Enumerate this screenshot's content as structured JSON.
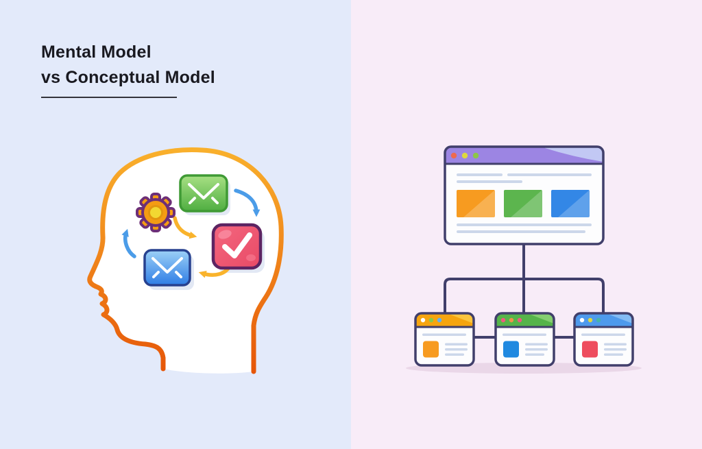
{
  "title": {
    "line1": "Mental Model",
    "line2": "vs Conceptual Model"
  },
  "left_panel": {
    "illustration": "human-head-profile-side-view-with-thought-cycle",
    "cycle_icons": [
      "gear-icon",
      "envelope-icon-green",
      "checkmark-icon",
      "envelope-icon-blue"
    ],
    "cycle_arrows": [
      "arrow-blue-top-right",
      "arrow-yellow-middle",
      "arrow-yellow-bottom",
      "arrow-blue-left"
    ]
  },
  "right_panel": {
    "illustration": "website-sitemap-browser-hierarchy",
    "parent_window": {
      "header": "purple",
      "content_cards": [
        "orange",
        "green",
        "blue"
      ]
    },
    "child_windows": [
      {
        "header": "orange",
        "thumbnail": "orange"
      },
      {
        "header": "green",
        "thumbnail": "blue"
      },
      {
        "header": "blue",
        "thumbnail": "red"
      }
    ]
  },
  "colors": {
    "bg_left": "#e3eafa",
    "bg_right": "#f8ecf8",
    "title_text": "#191920",
    "outline": "#413f6b",
    "window_body": "#fdfdfe",
    "line_gray": "#ccd7ea",
    "card_orange": "#f79b20",
    "card_green": "#5cb54e",
    "card_blue": "#3387e6",
    "square_orange": "#f79b20",
    "square_blue": "#2089e0",
    "square_red": "#ee4d5e",
    "header_purple": "#9c85e3",
    "header_orange": "#f6a50f",
    "header_green": "#56b44a",
    "header_blue": "#4e9aec",
    "dot_red": "#ed6a4e",
    "dot_yellow": "#ddd83f",
    "dot_green": "#8cc649",
    "dot_white": "#ffffff",
    "dot_pink": "#ee5b7e",
    "dot_orange": "#f0924b",
    "dot_lightgreen": "#8bc949",
    "dot_lightblue": "#64b0f0",
    "dot_teal": "#45b5a8",
    "head_fill": "#ffffff",
    "gear_body": "#f59c13",
    "gear_outline": "#6d2f77",
    "gear_center": "#f2d832",
    "gear_center_ring": "#e2960f",
    "env_green_border": "#3f9a35",
    "check_border": "#5c2462",
    "check_fill": "#ee5570",
    "env_blue_border": "#27418f",
    "icon_mark_white": "#ffffff",
    "arrow_blue": "#4b9ce8",
    "arrow_yellow": "#f9b32c",
    "icon_shadow": "#dbe3f2",
    "ground_shadow": "#ead7e8"
  }
}
